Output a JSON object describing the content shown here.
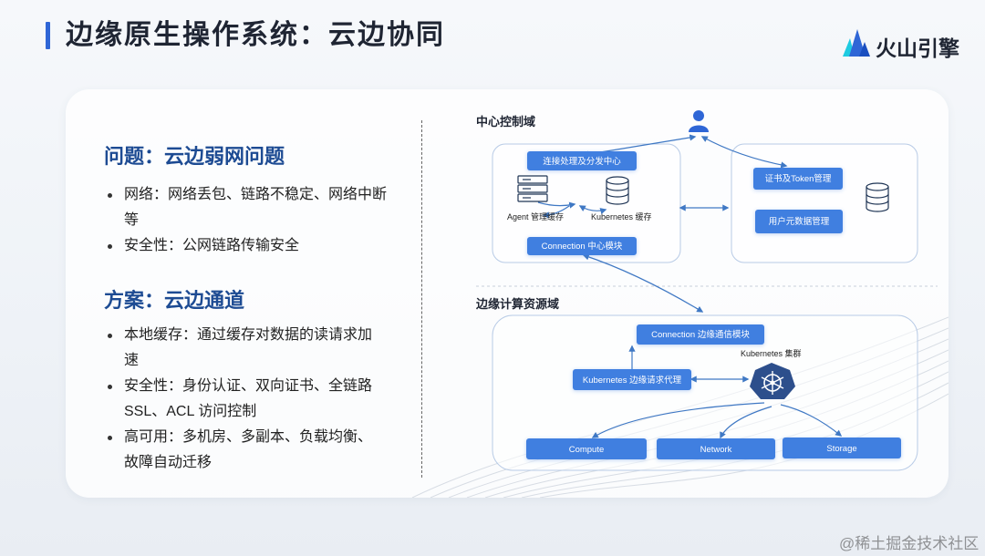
{
  "header": {
    "title": "边缘原生操作系统：云边协同",
    "logo_text": "火山引擎"
  },
  "left": {
    "problem": {
      "heading": "问题：云边弱网问题",
      "bullets": [
        "网络：网络丢包、链路不稳定、网络中断等",
        "安全性：公网链路传输安全"
      ]
    },
    "solution": {
      "heading": "方案：云边通道",
      "bullets": [
        "本地缓存：通过缓存对数据的读请求加速",
        "安全性：身份认证、双向证书、全链路SSL、ACL 访问控制",
        "高可用：多机房、多副本、负载均衡、故障自动迁移"
      ]
    }
  },
  "diagram": {
    "center_domain_label": "中心控制域",
    "edge_domain_label": "边缘计算资源域",
    "center": {
      "dispatch": "连接处理及分发中心",
      "agent_cache": "Agent 管理缓存",
      "k8s_cache": "Kubernetes 缓存",
      "connection_center": "Connection 中心模块",
      "cert_token": "证书及Token管理",
      "user_meta": "用户元数据管理"
    },
    "edge": {
      "connection_edge": "Connection 边缘通信模块",
      "k8s_proxy": "Kubernetes 边缘请求代理",
      "k8s_cluster": "Kubernetes 集群",
      "compute": "Compute",
      "network": "Network",
      "storage": "Storage"
    }
  },
  "watermark": "@稀土掘金技术社区",
  "colors": {
    "accent": "#2f66d6",
    "heading": "#1d4b93",
    "node_fill": "#3f7fe0",
    "arrow": "#3f78c4",
    "domain_border": "#b8cbe6"
  }
}
